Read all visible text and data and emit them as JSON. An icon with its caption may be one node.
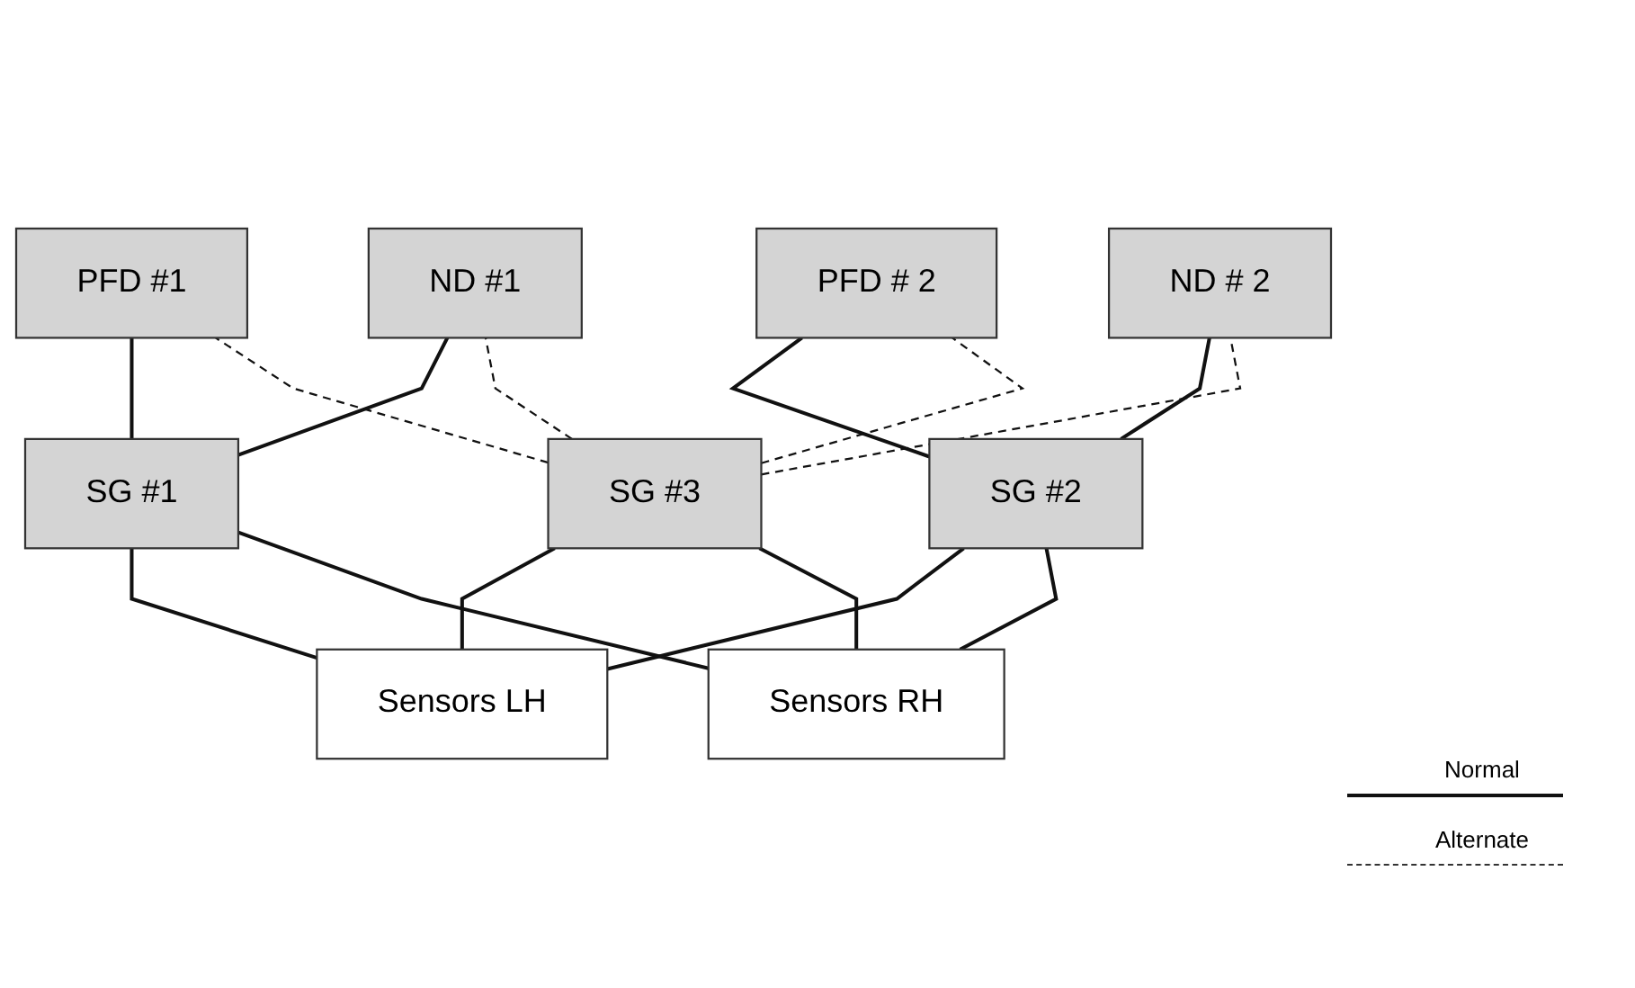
{
  "diagram": {
    "nodes": [
      {
        "text": [
          "PFD #1"
        ]
      },
      {
        "text": [
          "ND #1"
        ]
      },
      {
        "text": [
          "ND # 2"
        ]
      },
      {
        "text": [
          "PFD # 2"
        ]
      },
      {
        "text": [
          "SG #1"
        ]
      },
      {
        "text": [
          "SG #3"
        ]
      },
      {
        "text": [
          "SG #2"
        ]
      },
      {
        "text": [
          "Sensors LH"
        ]
      },
      {
        "text": [
          "Sensors RH"
        ]
      }
    ],
    "edges": [
      {
        "from": 4,
        "to": 0,
        "arrow": "none"
      },
      {
        "from": 4,
        "to": 1,
        "arrow": "none"
      },
      {
        "from": 6,
        "to": 2,
        "arrow": "none"
      },
      {
        "from": 6,
        "to": 3,
        "arrow": "none"
      },
      {
        "from": 5,
        "to": 0,
        "arrow": "none",
        "style": "dashed"
      },
      {
        "from": 5,
        "to": 3,
        "arrow": "none",
        "style": "dashed"
      },
      {
        "from": 5,
        "to": 1,
        "arrow": "none",
        "style": "dashed"
      },
      {
        "from": 5,
        "to": 2,
        "arrow": "none",
        "style": "dashed"
      },
      {
        "from": 7,
        "to": 4,
        "arrow": "none"
      },
      {
        "from": 7,
        "to": 5,
        "arrow": "none"
      },
      {
        "from": 7,
        "to": 6,
        "arrow": "none"
      },
      {
        "from": 8,
        "to": 4,
        "arrow": "none"
      },
      {
        "from": 8,
        "to": 5,
        "arrow": "none"
      },
      {
        "from": 8,
        "to": 6,
        "arrow": "none"
      }
    ],
    "legend": [
      {
        "text": "Normal"
      },
      {
        "text": "Alternate"
      }
    ]
  }
}
